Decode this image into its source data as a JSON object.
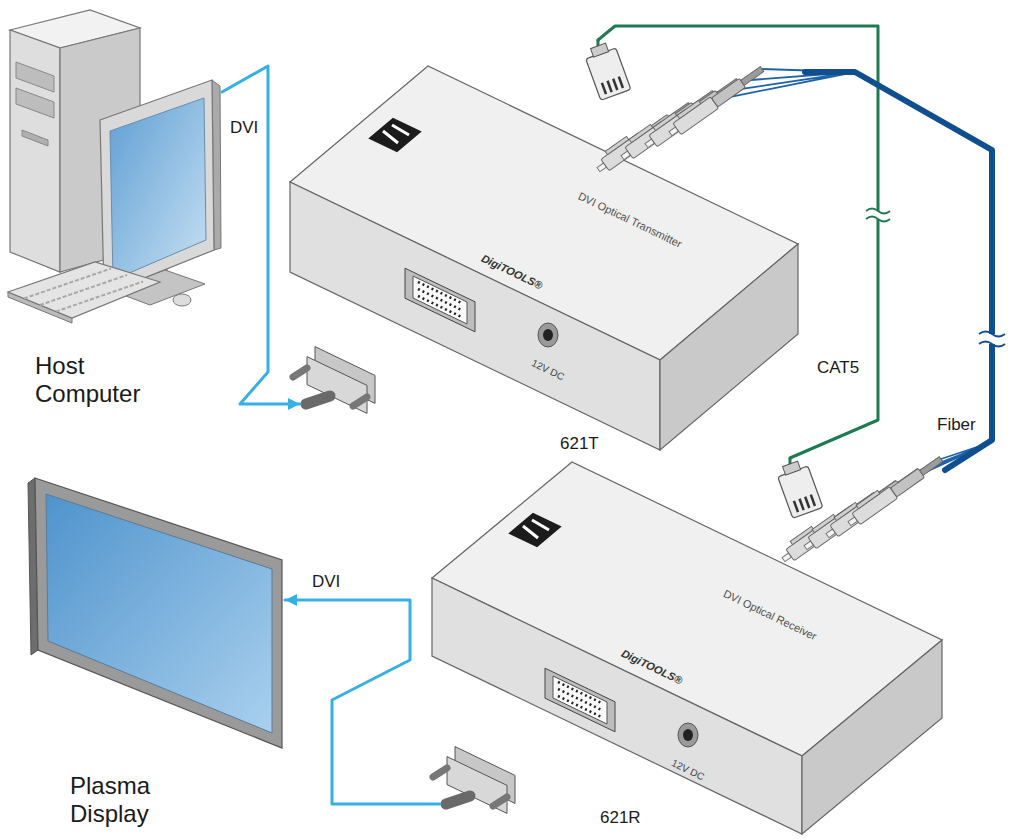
{
  "diagram": {
    "nodes": [
      {
        "text": [
          "Host Computer"
        ]
      },
      {
        "text": [
          "621T",
          "DigiTOOLS®",
          "DVI Optical Transmitter",
          "12V DC"
        ]
      },
      {
        "text": [
          "Plasma Display"
        ]
      },
      {
        "text": [
          "621R",
          "DigiTOOLS®",
          "DVI Optical Receiver",
          "12V DC"
        ]
      }
    ],
    "edges": [
      {
        "from": 0,
        "to": 1,
        "label": "DVI",
        "arrow": "to"
      },
      {
        "from": 1,
        "to": 3,
        "label": "CAT5",
        "arrow": "none"
      },
      {
        "from": 1,
        "to": 3,
        "label": "Fiber",
        "arrow": "none"
      },
      {
        "from": 3,
        "to": 2,
        "label": "DVI",
        "arrow": "to"
      }
    ]
  }
}
